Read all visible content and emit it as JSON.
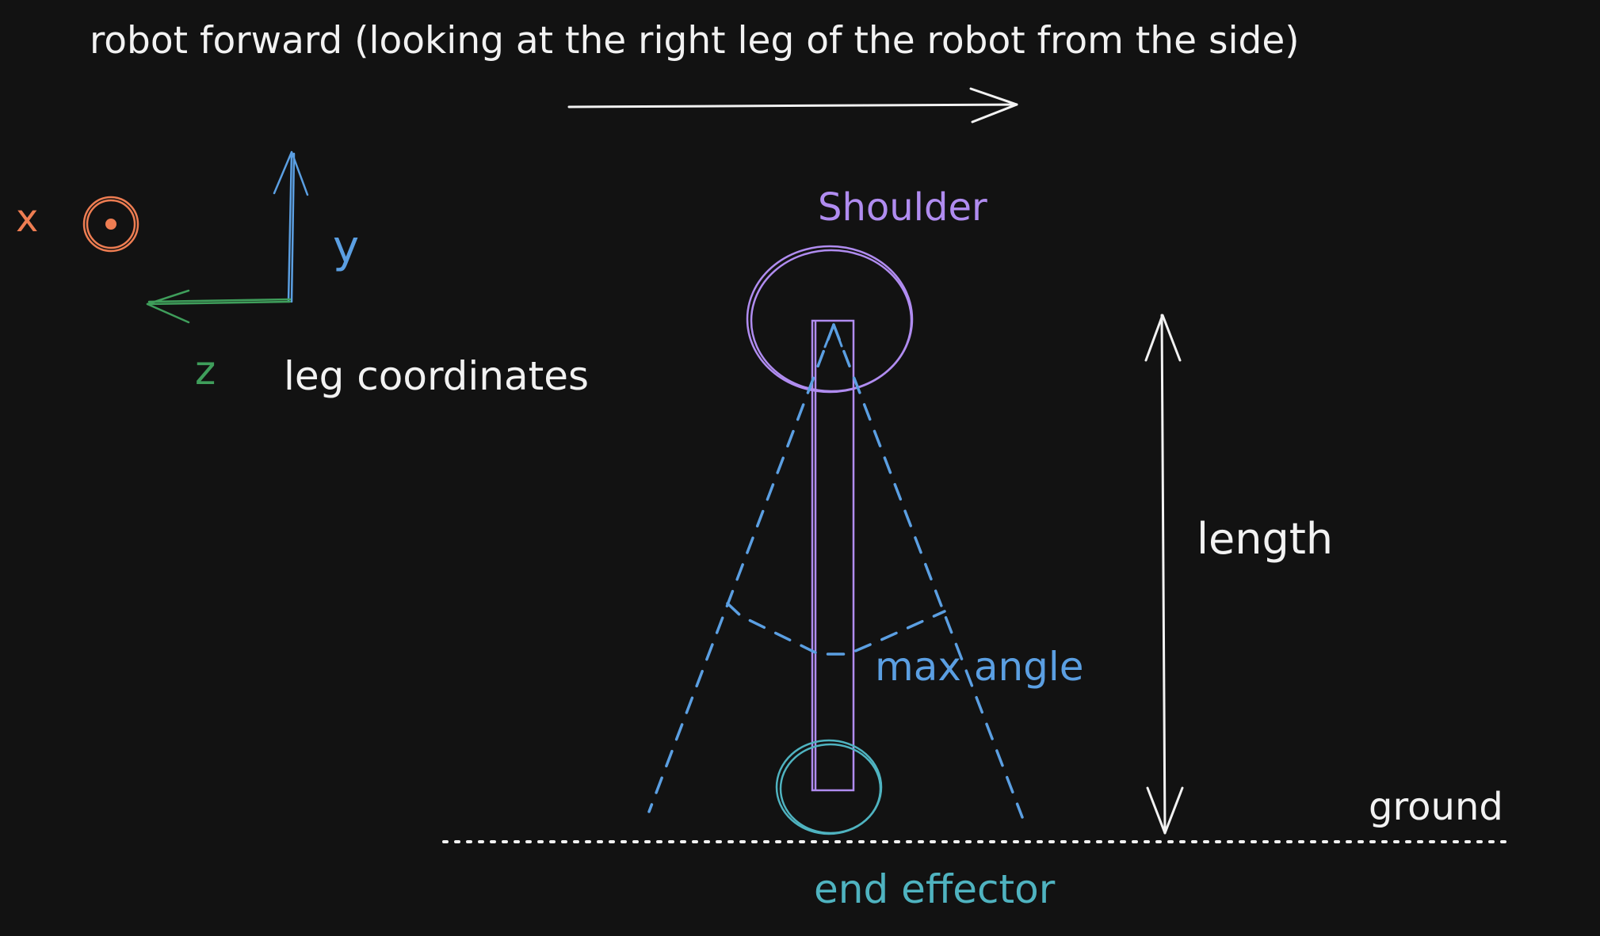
{
  "colors": {
    "background": "#121212",
    "white": "#f2f2f2",
    "blue": "#5b9fe2",
    "orange": "#ee7d52",
    "green": "#3f9e5b",
    "purple": "#b08cf0",
    "cyan": "#4fb3c0"
  },
  "labels": {
    "title": "robot forward (looking at the right leg of the robot from the side)",
    "axis_x": "x",
    "axis_y": "y",
    "axis_z": "z",
    "coords": "leg coordinates",
    "shoulder": "Shoulder",
    "length": "length",
    "max_angle": "max angle",
    "ground": "ground",
    "end_effector": "end effector"
  }
}
